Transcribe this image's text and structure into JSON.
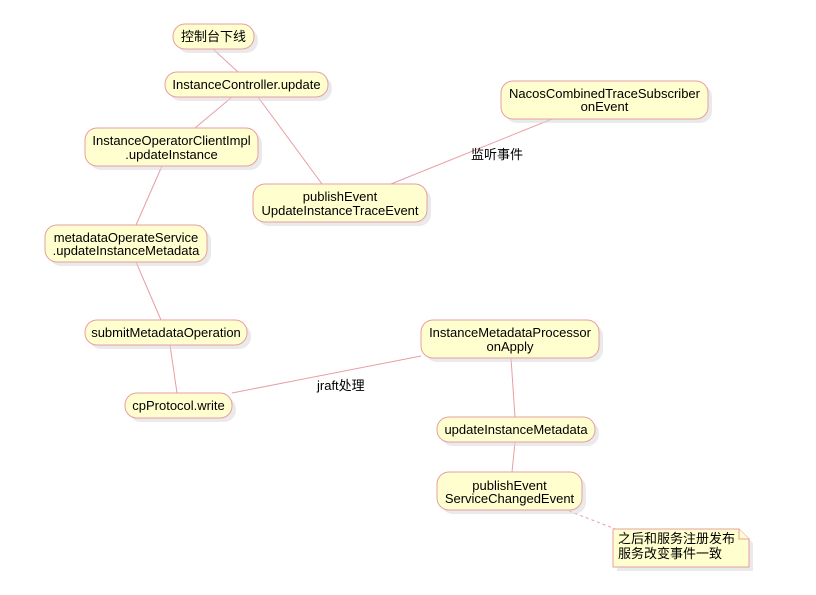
{
  "nodes": {
    "console_offline": {
      "lines": [
        "控制台下线"
      ]
    },
    "instance_controller_update": {
      "lines": [
        "InstanceController.update"
      ]
    },
    "instance_operator_client_impl": {
      "lines": [
        "InstanceOperatorClientImpl",
        ".updateInstance"
      ]
    },
    "metadata_operate_service": {
      "lines": [
        "metadataOperateService",
        ".updateInstanceMetadata"
      ]
    },
    "submit_metadata_operation": {
      "lines": [
        "submitMetadataOperation"
      ]
    },
    "cp_protocol_write": {
      "lines": [
        "cpProtocol.write"
      ]
    },
    "publish_update_instance_trace_event": {
      "lines": [
        "publishEvent",
        "UpdateInstanceTraceEvent"
      ]
    },
    "nacos_combined_trace_subscriber": {
      "lines": [
        "NacosCombinedTraceSubscriber",
        "onEvent"
      ]
    },
    "instance_metadata_processor": {
      "lines": [
        "InstanceMetadataProcessor",
        "onApply"
      ]
    },
    "update_instance_metadata": {
      "lines": [
        "updateInstanceMetadata"
      ]
    },
    "publish_service_changed_event": {
      "lines": [
        "publishEvent",
        "ServiceChangedEvent"
      ]
    }
  },
  "edge_labels": {
    "listen_event": "监听事件",
    "jraft_processing": "jraft处理"
  },
  "note": {
    "lines": [
      "之后和服务注册发布",
      "服务改变事件一致"
    ]
  },
  "colors": {
    "node_fill": "#fefece",
    "node_border": "#e89ea3",
    "edge": "#e89ea3"
  }
}
